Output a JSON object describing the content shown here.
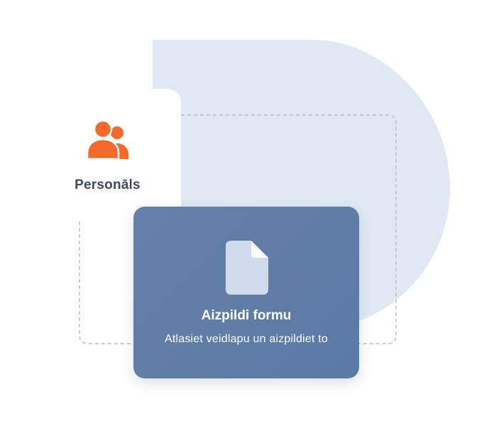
{
  "colors": {
    "accent": "#f46a2d",
    "card": "#6180a8",
    "shape_light": "#e0e9f3",
    "dashed": "#b7bcc4",
    "label_dark": "#424a5a",
    "doc_icon": "#d0dcec"
  },
  "icons": {
    "personnel": "users-group-icon",
    "form": "document-icon"
  },
  "personnel": {
    "label": "Personāls"
  },
  "form_card": {
    "title": "Aizpildi formu",
    "subtitle": "Atlasiet veidlapu un aizpildiet to"
  }
}
